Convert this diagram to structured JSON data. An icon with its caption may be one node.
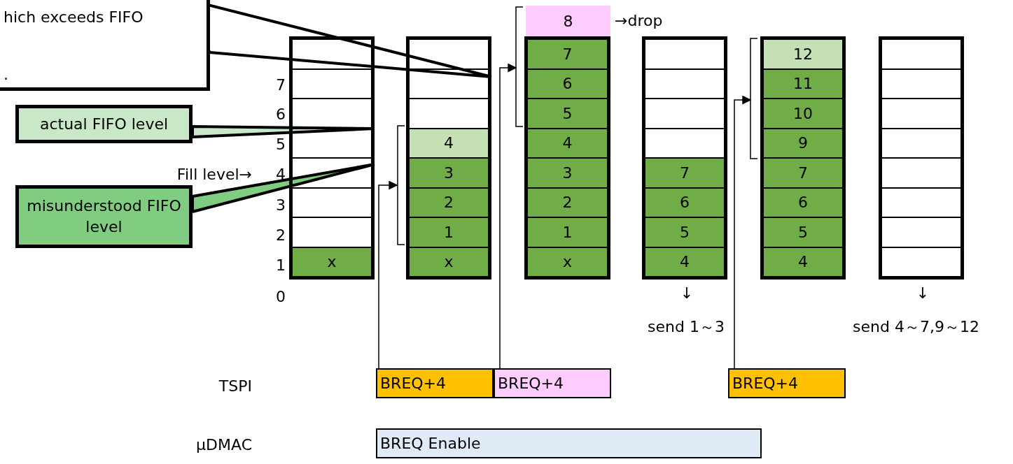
{
  "diagram": {
    "nodes": [
      {
        "text": [
          "hich exceeds FIFO",
          "."
        ]
      },
      {
        "text": [
          "actual FIFO level"
        ]
      },
      {
        "text": [
          "misunderstood FIFO level"
        ]
      },
      {
        "text": [],
        "shape": "box"
      },
      {
        "text": [],
        "shape": "box",
        "in": 3
      },
      {
        "text": [],
        "shape": "box",
        "in": 3
      },
      {
        "text": [],
        "shape": "box",
        "in": 3
      },
      {
        "text": [],
        "shape": "box",
        "in": 3
      },
      {
        "text": [],
        "shape": "box",
        "in": 3
      },
      {
        "text": [],
        "shape": "box",
        "in": 3
      },
      {
        "text": [],
        "shape": "box",
        "in": 3
      },
      {
        "text": [
          "x"
        ],
        "in": 3
      },
      {
        "text": [],
        "shape": "box"
      },
      {
        "text": [],
        "shape": "box",
        "in": 12
      },
      {
        "text": [],
        "shape": "box",
        "in": 12
      },
      {
        "text": [],
        "shape": "box",
        "in": 12
      },
      {
        "text": [
          "4"
        ],
        "in": 12
      },
      {
        "text": [
          "3"
        ],
        "in": 12
      },
      {
        "text": [
          "2"
        ],
        "in": 12
      },
      {
        "text": [
          "1"
        ],
        "in": 12
      },
      {
        "text": [
          "x"
        ],
        "in": 12
      },
      {
        "text": [
          "8"
        ],
        "beside": [
          "→drop"
        ]
      },
      {
        "text": [],
        "shape": "box"
      },
      {
        "text": [
          "7"
        ],
        "in": 22
      },
      {
        "text": [
          "6"
        ],
        "in": 22
      },
      {
        "text": [
          "5"
        ],
        "in": 22
      },
      {
        "text": [
          "4"
        ],
        "in": 22
      },
      {
        "text": [
          "3"
        ],
        "in": 22
      },
      {
        "text": [
          "2"
        ],
        "in": 22
      },
      {
        "text": [
          "1"
        ],
        "in": 22
      },
      {
        "text": [
          "x"
        ],
        "in": 22
      },
      {
        "text": [],
        "shape": "box"
      },
      {
        "text": [],
        "shape": "box",
        "in": 31
      },
      {
        "text": [],
        "shape": "box",
        "in": 31
      },
      {
        "text": [],
        "shape": "box",
        "in": 31
      },
      {
        "text": [],
        "shape": "box",
        "in": 31
      },
      {
        "text": [
          "7"
        ],
        "in": 31
      },
      {
        "text": [
          "6"
        ],
        "in": 31
      },
      {
        "text": [
          "5"
        ],
        "in": 31
      },
      {
        "text": [
          "4"
        ],
        "in": 31
      },
      {
        "text": [],
        "shape": "box"
      },
      {
        "text": [
          "12"
        ],
        "in": 40
      },
      {
        "text": [
          "11"
        ],
        "in": 40
      },
      {
        "text": [
          "10"
        ],
        "in": 40
      },
      {
        "text": [
          "9"
        ],
        "in": 40
      },
      {
        "text": [
          "7"
        ],
        "in": 40
      },
      {
        "text": [
          "6"
        ],
        "in": 40
      },
      {
        "text": [
          "5"
        ],
        "in": 40
      },
      {
        "text": [
          "4"
        ],
        "in": 40
      },
      {
        "text": [],
        "shape": "box"
      },
      {
        "text": [],
        "shape": "box",
        "in": 49
      },
      {
        "text": [],
        "shape": "box",
        "in": 49
      },
      {
        "text": [],
        "shape": "box",
        "in": 49
      },
      {
        "text": [],
        "shape": "box",
        "in": 49
      },
      {
        "text": [],
        "shape": "box",
        "in": 49
      },
      {
        "text": [],
        "shape": "box",
        "in": 49
      },
      {
        "text": [],
        "shape": "box",
        "in": 49
      },
      {
        "text": [],
        "shape": "box",
        "in": 49
      },
      {
        "text": [
          "BREQ+4"
        ]
      },
      {
        "text": [
          "BREQ+4"
        ]
      },
      {
        "text": [
          "BREQ+4"
        ]
      },
      {
        "text": [
          "BREQ Enable"
        ]
      }
    ],
    "edges": [
      {
        "from": 58,
        "to": 12,
        "arrow": "to"
      },
      {
        "from": 59,
        "to": 22,
        "arrow": "to"
      },
      {
        "from": 60,
        "to": 40,
        "arrow": "to"
      },
      {
        "from": 0,
        "to": 12,
        "arrow": "none",
        "style": "thick"
      },
      {
        "from": 1,
        "to": 3,
        "arrow": "none",
        "style": "thick"
      },
      {
        "from": 2,
        "to": 3,
        "arrow": "none",
        "style": "thick"
      }
    ],
    "labels": [
      "7",
      "6",
      "5",
      "Fill level→",
      "4",
      "3",
      "2",
      "1",
      "0",
      "↓",
      "↓",
      "send 1～3",
      "send 4～7,9～12",
      "TSPI",
      "μDMAC"
    ]
  }
}
